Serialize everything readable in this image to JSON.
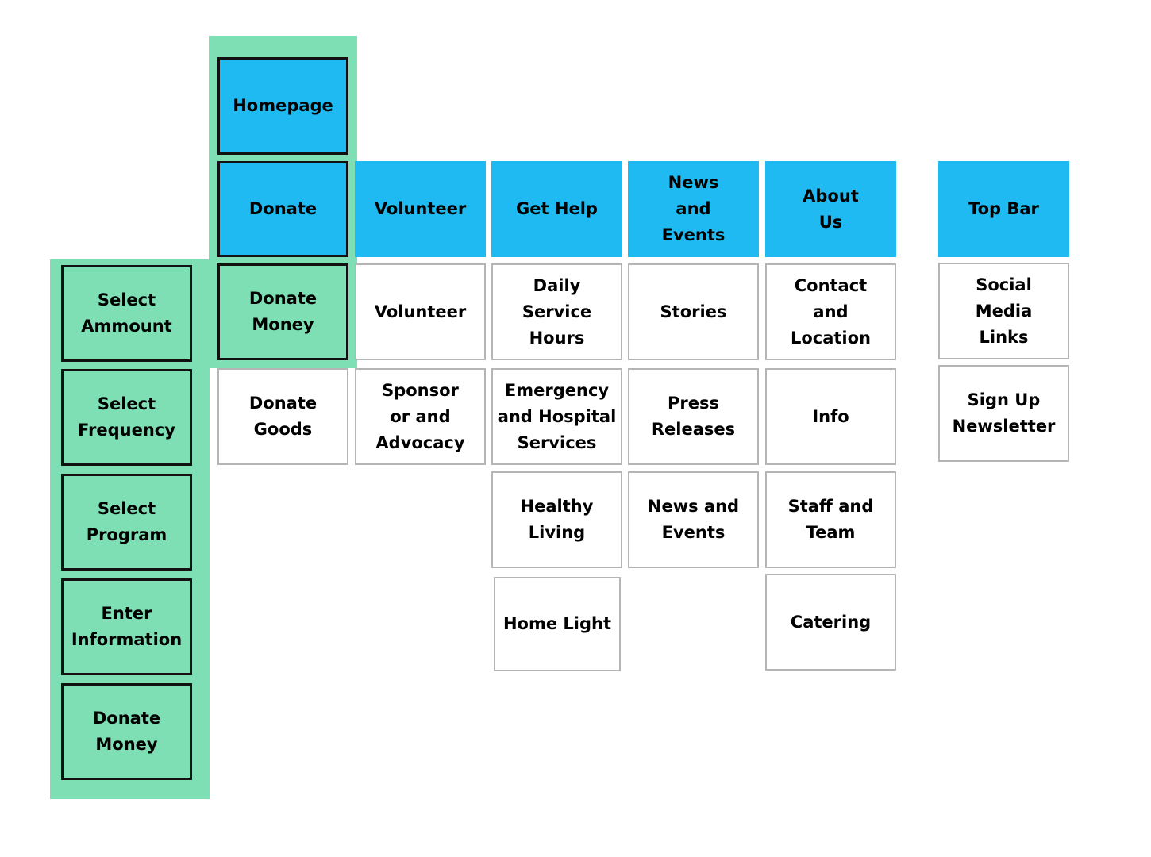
{
  "colors": {
    "header_blue": "#1fbaf2",
    "flow_green": "#7fdfb4",
    "page_white": "#ffffff",
    "box_border_dark": "#111111",
    "box_border_gray": "#b5b5b5"
  },
  "nav": {
    "homepage": "Homepage",
    "donate": "Donate",
    "volunteer": "Volunteer",
    "get_help": "Get Help",
    "news_events": "News\nand\nEvents",
    "about_us": "About\nUs",
    "top_bar": "Top Bar"
  },
  "donate_children": {
    "donate_money": "Donate\nMoney",
    "donate_goods": "Donate\nGoods"
  },
  "volunteer_children": {
    "volunteer": "Volunteer",
    "sponsor": "Sponsor\nor and\nAdvocacy"
  },
  "get_help_children": {
    "daily_service_hours": "Daily\nService\nHours",
    "emergency": "Emergency\nand Hospital\nServices",
    "healthy_living": "Healthy\nLiving",
    "home_light": "Home Light"
  },
  "news_children": {
    "stories": "Stories",
    "press_releases": "Press\nReleases",
    "news_and_events": "News and\nEvents"
  },
  "about_children": {
    "contact_location": "Contact\nand\nLocation",
    "info": "Info",
    "staff_team": "Staff and\nTeam",
    "catering": "Catering"
  },
  "top_bar_children": {
    "social_media": "Social\nMedia\nLinks",
    "newsletter": "Sign Up\nNewsletter"
  },
  "donation_flow": {
    "select_amount": "Select\nAmmount",
    "select_frequency": "Select\nFrequency",
    "select_program": "Select\nProgram",
    "enter_information": "Enter\nInformation",
    "donate_money": "Donate\nMoney"
  }
}
